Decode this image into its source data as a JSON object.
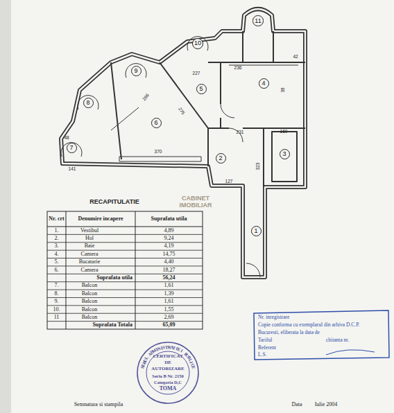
{
  "diagram": {
    "title": "RECAPITULATIE",
    "nodes": [
      {
        "text": [
          "1"
        ]
      },
      {
        "text": [
          "2"
        ]
      },
      {
        "text": [
          "3"
        ]
      },
      {
        "text": [
          "4"
        ]
      },
      {
        "text": [
          "5"
        ]
      },
      {
        "text": [
          "6"
        ]
      },
      {
        "text": [
          "7"
        ]
      },
      {
        "text": [
          "8"
        ]
      },
      {
        "text": [
          "9"
        ]
      },
      {
        "text": [
          "10"
        ]
      },
      {
        "text": [
          "11"
        ]
      }
    ],
    "labels": [
      "236",
      "42",
      "38",
      "231",
      "160",
      "323",
      "127",
      "370",
      "286",
      "275",
      "227",
      "48",
      "141",
      "Nr. crt",
      "Denumire incapere",
      "Suprafata utila",
      "1.",
      "Vestibul",
      "4,89",
      "2.",
      "Hol",
      "9,24",
      "3.",
      "Baie",
      "4,19",
      "4.",
      "Camera",
      "14,75",
      "5.",
      "Bucatarie",
      "4,40",
      "6.",
      "Camera",
      "18,27",
      "Suprafata utila",
      "56,24",
      "7.",
      "Balcon",
      "1,61",
      "8.",
      "Balcon",
      "1,39",
      "9.",
      "Balcon",
      "1,61",
      "10.",
      "Balcon",
      "1,55",
      "11",
      "Balcon",
      "2,69",
      "Suprafata Totala",
      "65,09",
      "Nr. inregistrare",
      "Copie conforma cu exemplarul din arhiva D.C.P.",
      "Bucuresti, eliberata la data de",
      "Tariful",
      "chitanta nr.",
      "Referent",
      "L.S.",
      "SERUL ADMINISTRATIEI PUBLICE",
      "CERTIFICAT",
      "DE",
      "AUTORIZARE",
      "Seria B Nr. 2150",
      "Categoria D,C",
      "TOMA",
      "Semnatura si stampila",
      "Data",
      "Iulie 2004",
      "CABINET IMOBILIAR"
    ]
  }
}
